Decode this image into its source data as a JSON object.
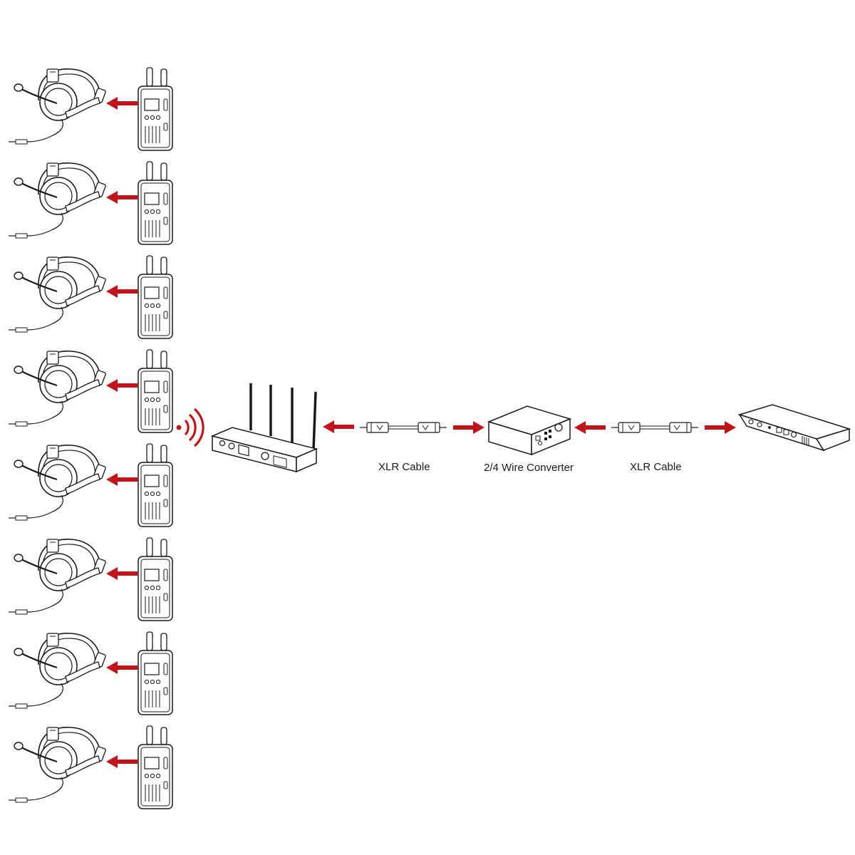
{
  "labels": {
    "xlr_cable_left": "XLR Cable",
    "converter": "2/4 Wire Converter",
    "xlr_cable_right": "XLR Cable"
  },
  "beltpack_count": 8,
  "icons": {
    "headset": "headset-icon",
    "beltpack": "beltpack-icon",
    "wireless": "wireless-signal-icon",
    "base_station": "base-station-icon",
    "xlr_cable": "xlr-cable-icon",
    "converter": "converter-box-icon",
    "matrix": "intercom-matrix-icon"
  },
  "colors": {
    "arrow": "#c0161b",
    "line": "#1a1a1a"
  }
}
